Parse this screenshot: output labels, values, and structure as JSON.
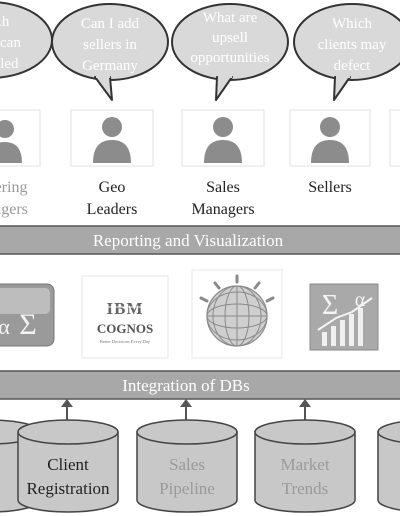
{
  "bubbles": [
    {
      "lines": [
        "...h",
        "...s can",
        "...dled"
      ]
    },
    {
      "lines": [
        "Can I add",
        "sellers in",
        "Germany"
      ]
    },
    {
      "lines": [
        "What are",
        "upsell",
        "opportunities"
      ]
    },
    {
      "lines": [
        "Which",
        "clients may",
        "defect"
      ]
    }
  ],
  "users": [
    {
      "lines": [
        "...ering",
        "...agers"
      ],
      "muted": true
    },
    {
      "lines": [
        "Geo",
        "Leaders"
      ],
      "muted": false
    },
    {
      "lines": [
        "Sales",
        "Managers"
      ],
      "muted": false
    },
    {
      "lines": [
        "Sellers"
      ],
      "muted": false
    },
    {
      "lines": [],
      "muted": false
    }
  ],
  "bars": {
    "reporting": "Reporting and Visualization",
    "integration": "Integration of DBs"
  },
  "tools": [
    {
      "icon": "sigma-alpha-icon"
    },
    {
      "icon": "ibm-cognos-logo",
      "brand": "IBM",
      "name": "COGNOS",
      "tagline": "Better Decisions Every Day"
    },
    {
      "icon": "globe-wireframe-icon"
    },
    {
      "icon": "sigma-alpha-chart-icon"
    }
  ],
  "databases": [
    {
      "lines": [],
      "muted": false
    },
    {
      "lines": [
        "Client",
        "Registration"
      ],
      "muted": false
    },
    {
      "lines": [
        "Sales",
        "Pipeline"
      ],
      "muted": true
    },
    {
      "lines": [
        "Market",
        "Trends"
      ],
      "muted": true
    },
    {
      "lines": [],
      "muted": false
    }
  ],
  "colors": {
    "bubble": "#d9d9d9",
    "bar": "#a8a8a8",
    "person": "#8c8c8c",
    "cylinder": "#c8c8c8",
    "text_dark": "#222222",
    "text_muted": "#9a9a9a"
  }
}
